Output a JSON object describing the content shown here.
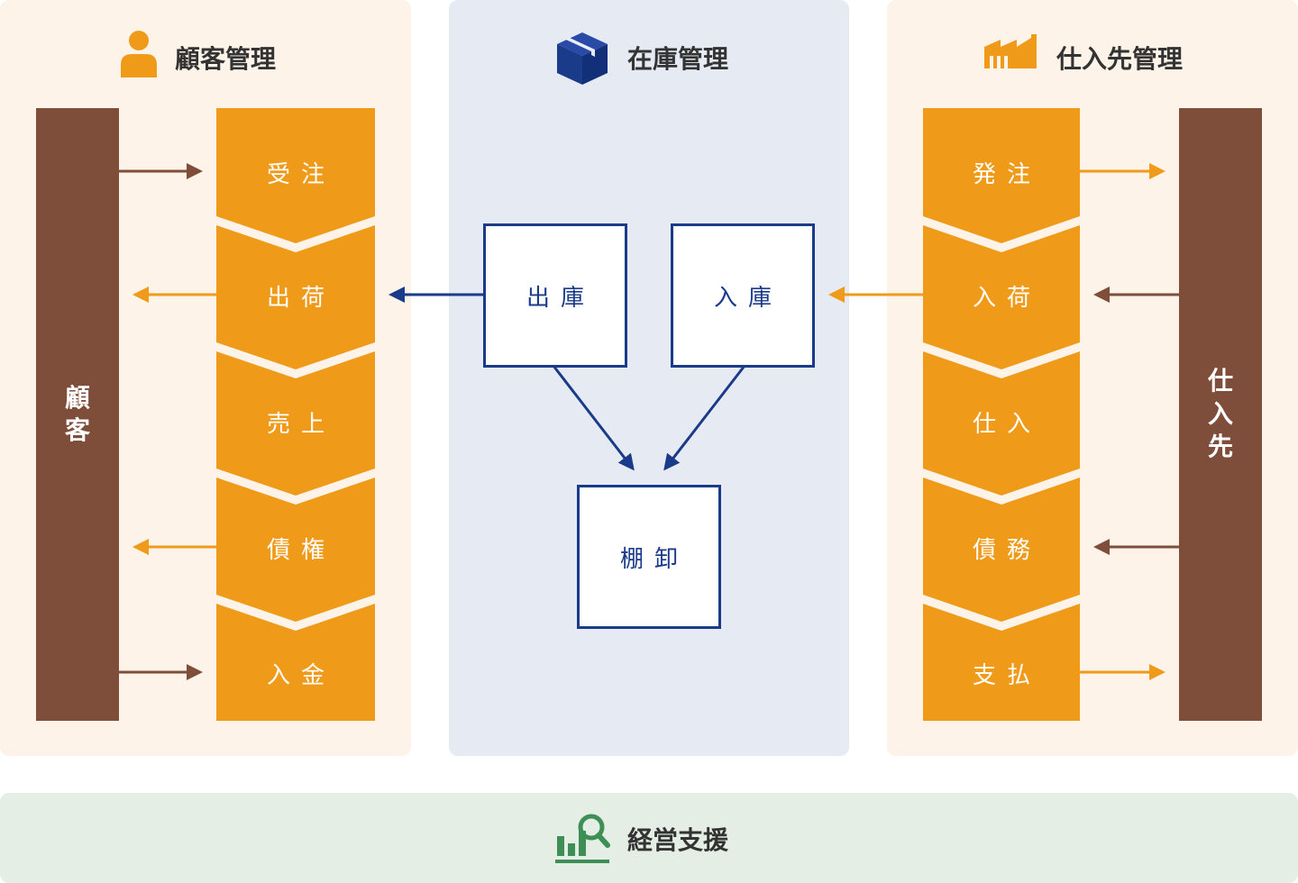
{
  "colors": {
    "customer_panel_bg": "#fdf3e8",
    "inventory_panel_bg": "#e6ebf3",
    "supplier_panel_bg": "#fdf3e8",
    "management_panel_bg": "#e5eee5",
    "step_orange": "#f09a1a",
    "entity_brown": "#7e4e3a",
    "box_blue": "#1a3a8a",
    "icon_green": "#3d8f55"
  },
  "customer_management": {
    "title": "顧客管理",
    "icon": "person-icon",
    "entity_label": "顧\n客",
    "steps": [
      "受注",
      "出荷",
      "売上",
      "債権",
      "入金"
    ]
  },
  "inventory_management": {
    "title": "在庫管理",
    "icon": "box-icon",
    "boxes": [
      "出庫",
      "入庫",
      "棚卸"
    ]
  },
  "supplier_management": {
    "title": "仕入先管理",
    "icon": "factory-icon",
    "entity_label": "仕\n入\n先",
    "steps": [
      "発注",
      "入荷",
      "仕入",
      "債務",
      "支払"
    ]
  },
  "management_support": {
    "title": "経営支援",
    "icon": "chart-search-icon"
  }
}
